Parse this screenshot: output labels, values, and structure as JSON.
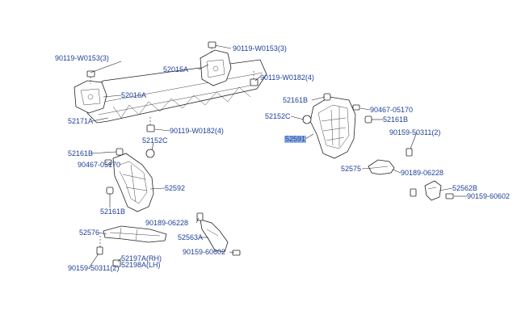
{
  "labels": {
    "l01": {
      "text": "90119-W0153",
      "sub": "(3)"
    },
    "l02": {
      "text": "90119-W0153",
      "sub": "(3)"
    },
    "l03": {
      "text": "52015A",
      "sub": ""
    },
    "l04": {
      "text": "90119-W0182",
      "sub": "(4)"
    },
    "l05": {
      "text": "52016A",
      "sub": ""
    },
    "l06": {
      "text": "52161B",
      "sub": ""
    },
    "l07": {
      "text": "90467-05170",
      "sub": ""
    },
    "l08": {
      "text": "52152C",
      "sub": ""
    },
    "l09": {
      "text": "52171A",
      "sub": ""
    },
    "l10": {
      "text": "52161B",
      "sub": ""
    },
    "l11": {
      "text": "90119-W0182",
      "sub": "(4)"
    },
    "l12": {
      "text": "90159-50311",
      "sub": "(2)"
    },
    "l13": {
      "text": "52591",
      "sub": ""
    },
    "l14": {
      "text": "52152C",
      "sub": ""
    },
    "l15": {
      "text": "52161B",
      "sub": ""
    },
    "l16": {
      "text": "90467-05170",
      "sub": ""
    },
    "l17": {
      "text": "52575",
      "sub": ""
    },
    "l18": {
      "text": "90189-06228",
      "sub": ""
    },
    "l19": {
      "text": "52592",
      "sub": ""
    },
    "l20": {
      "text": "52562B",
      "sub": ""
    },
    "l21": {
      "text": "90159-60602",
      "sub": ""
    },
    "l22": {
      "text": "52161B",
      "sub": ""
    },
    "l23": {
      "text": "90189-06228",
      "sub": ""
    },
    "l24": {
      "text": "52576",
      "sub": ""
    },
    "l25": {
      "text": "52563A",
      "sub": ""
    },
    "l26": {
      "text": "90159-60602",
      "sub": ""
    },
    "l27": {
      "text": "52197A",
      "sub": "(RH)"
    },
    "l28": {
      "text": "52198A",
      "sub": "(LH)"
    },
    "l29": {
      "text": "90159-50311",
      "sub": "(2)"
    }
  },
  "colors": {
    "label": "#1f3f9a",
    "highlight": "#8fb0e6",
    "line": "#222222"
  }
}
